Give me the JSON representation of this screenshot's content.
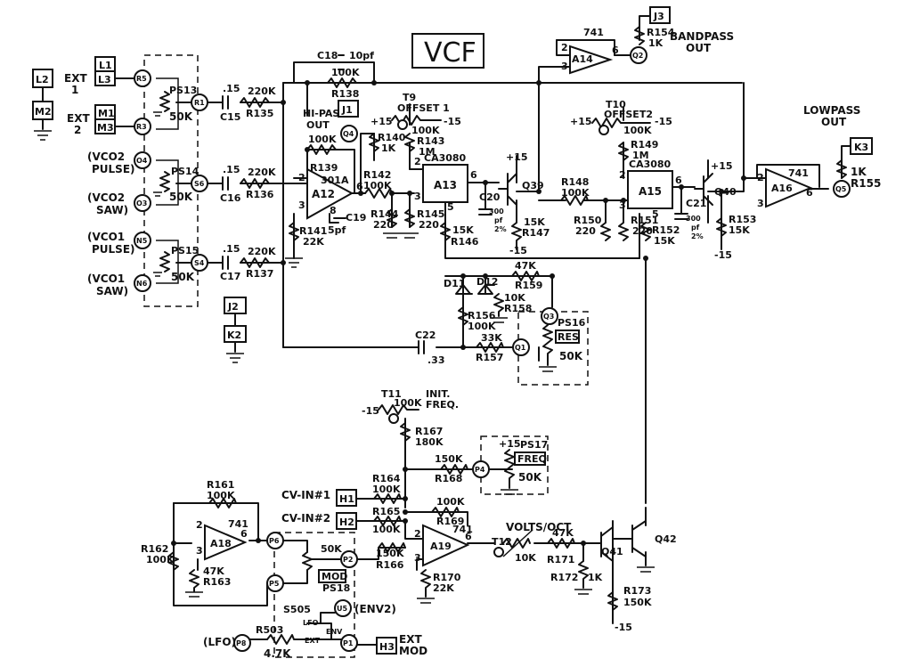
{
  "title": "VCF",
  "connectors": {
    "L2": "L2",
    "M2": "M2",
    "L1": "L1",
    "L3": "L3",
    "M1": "M1",
    "M3": "M3",
    "J1": "J1",
    "J2": "J2",
    "K2": "K2",
    "J3": "J3",
    "K3": "K3",
    "H1": "H1",
    "H2": "H2",
    "H3": "H3"
  },
  "inputs": {
    "ext1": "EXT",
    "ext1_n": "1",
    "ext2": "EXT",
    "ext2_n": "2",
    "vco2_pulse_a": "(VCO2",
    "vco2_pulse_b": "PULSE)",
    "vco2_saw_a": "(VCO2",
    "vco2_saw_b": "SAW)",
    "vco1_pulse_a": "(VCO1",
    "vco1_pulse_b": "PULSE)",
    "vco1_saw_a": "(VCO1",
    "vco1_saw_b": "SAW)",
    "cv1": "CV-IN#1",
    "cv2": "CV-IN#2",
    "lfo": "(LFO)",
    "env2": "(ENV2)",
    "ext_mod_a": "EXT",
    "ext_mod_b": "MOD"
  },
  "outputs": {
    "bandpass_a": "BANDPASS",
    "bandpass_b": "OUT",
    "lowpass_a": "LOWPASS",
    "lowpass_b": "OUT",
    "hipass_a": "HI-PASS",
    "hipass_b": "OUT"
  },
  "nodes": {
    "R5": "R5",
    "R3": "R3",
    "R1": "R1",
    "O4": "O4",
    "O3": "O3",
    "S6": "S6",
    "N5": "N5",
    "N6": "N6",
    "S4": "S4",
    "Q4": "Q4",
    "Q2": "Q2",
    "Q5": "Q5",
    "Q3": "Q3",
    "Q1": "Q1",
    "P4": "P4",
    "P6": "P6",
    "P5": "P5",
    "P2": "P2",
    "P8": "P8",
    "P1": "P1",
    "U5": "U5"
  },
  "pots": {
    "PS13": "PS13",
    "PS13v": "50K",
    "PS14": "PS14",
    "PS14v": "50K",
    "PS15": "PS15",
    "PS15v": "50K",
    "PS16": "PS16",
    "PS16n": "RES",
    "PS16v": "50K",
    "PS17": "PS17",
    "PS17n": "FREQ",
    "PS17v": "50K",
    "PS18": "PS18",
    "PS18n": "MOD",
    "PS18v": "50K"
  },
  "trims": {
    "T9": "T9",
    "T9n": "OFFSET 1",
    "T9v": "100K",
    "T10": "T10",
    "T10n": "OFFSET2",
    "T10v": "100K",
    "T11": "T11",
    "T11n_a": "INIT.",
    "T11n_b": "FREQ.",
    "T11v": "100K",
    "T12": "T12",
    "T12n": "VOLTS/OCT",
    "T12v": "10K"
  },
  "supplies": {
    "p15": "+15",
    "m15": "-15"
  },
  "ics": {
    "A12": "A12",
    "A12t": "301A",
    "A13": "A13",
    "A13t": "CA3080",
    "A14": "A14",
    "A14t": "741",
    "A15": "A15",
    "A15t": "CA3080",
    "A16": "A16",
    "A16t": "741",
    "A18": "A18",
    "A18t": "741",
    "A19": "A19",
    "A19t": "741"
  },
  "transistors": {
    "Q39": "Q39",
    "Q40": "Q40",
    "Q41": "Q41",
    "Q42": "Q42"
  },
  "diodes": {
    "D11": "D11",
    "D12": "D12"
  },
  "switch": {
    "S505": "S505",
    "lfo": "LFO",
    "ext": "EXT",
    "env": "ENV"
  },
  "resistors": {
    "R135": "R135",
    "R135v": "220K",
    "R136": "R136",
    "R136v": "220K",
    "R137": "R137",
    "R137v": "220K",
    "R138": "R138",
    "R138v": "100K",
    "R139": "R139",
    "R139v": "100K",
    "R140": "R140",
    "R140v": "1K",
    "R141": "R141",
    "R141v": "22K",
    "R142": "R142",
    "R142v": "100K",
    "R143": "R143",
    "R143v": "1M",
    "R144": "R144",
    "R144v": "220",
    "R145": "R145",
    "R145v": "220",
    "R146": "R146",
    "R146v": "15K",
    "R147": "R147",
    "R147v": "15K",
    "R148": "R148",
    "R148v": "100K",
    "R149": "R149",
    "R149v": "1M",
    "R150": "R150",
    "R150v": "220",
    "R151": "R151",
    "R151v": "220",
    "R152": "R152",
    "R152v": "15K",
    "R153": "R153",
    "R153v": "15K",
    "R154": "R154",
    "R154v": "1K",
    "R155": "R155",
    "R155v": "1K",
    "R156": "R156",
    "R156v": "100K",
    "R157": "R157",
    "R157v": "33K",
    "R158": "R158",
    "R158v": "10K",
    "R159": "R159",
    "R159v": "47K",
    "R161": "R161",
    "R161v": "100K",
    "R162": "R162",
    "R162v": "100K",
    "R163": "R163",
    "R163v": "47K",
    "R164": "R164",
    "R164v": "100K",
    "R165": "R165",
    "R165v": "100K",
    "R166": "R166",
    "R166v": "150K",
    "R167": "R167",
    "R167v": "180K",
    "R168": "R168",
    "R168v": "150K",
    "R169": "R169",
    "R169v": "100K",
    "R170": "R170",
    "R170v": "22K",
    "R171": "R171",
    "R171v": "47K",
    "R172": "R172",
    "R172v": "1K",
    "R173": "R173",
    "R173v": "150K",
    "R503": "R503",
    "R503v": "4.7K"
  },
  "capacitors": {
    "C15": "C15",
    "C15v": ".15",
    "C16": "C16",
    "C16v": ".15",
    "C17": "C17",
    "C17v": ".15",
    "C18": "C18",
    "C18v": "10pf",
    "C19": "C19",
    "C19v": "5pf",
    "C20": "C20",
    "C20v_a": "300",
    "C20v_b": "pf",
    "C20v_c": "2%",
    "C21": "C21",
    "C21v_a": "300",
    "C21v_b": "pf",
    "C21v_c": "2%",
    "C22": "C22",
    "C22v": ".33"
  },
  "pins": {
    "p2": "2",
    "p3": "3",
    "p4": "4",
    "p5": "5",
    "p6": "6",
    "p8": "8"
  }
}
